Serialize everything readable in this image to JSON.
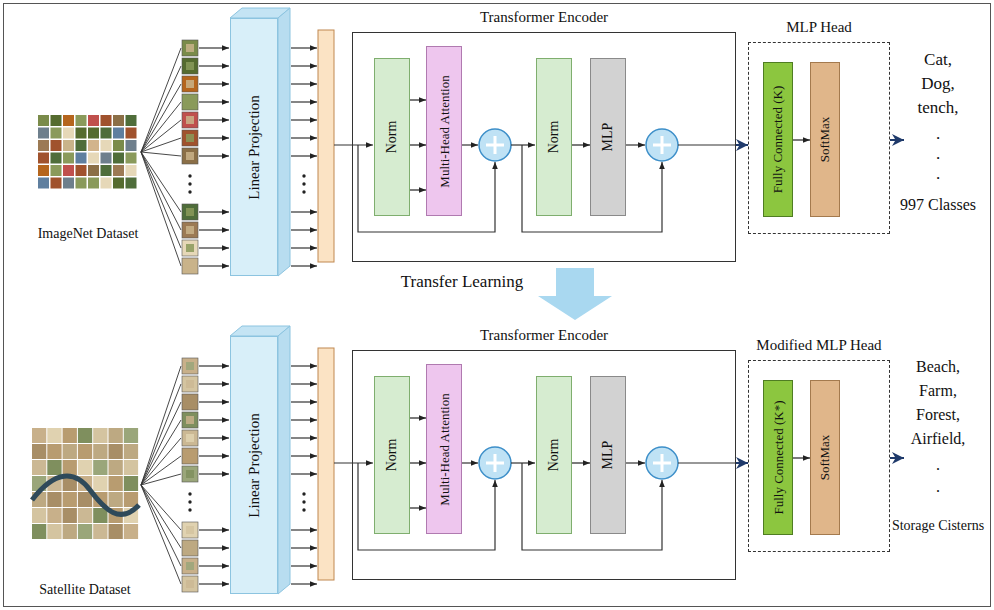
{
  "diagram": {
    "nodes": [
      {
        "text": [
          "Linear Projection"
        ]
      },
      {
        "text": [
          "Transformer Encoder"
        ]
      },
      {
        "text": [
          "Norm"
        ],
        "in": 1
      },
      {
        "text": [
          "Multi-Head Attention"
        ],
        "in": 1
      },
      {
        "text": [
          "Norm"
        ],
        "in": 1
      },
      {
        "text": [
          "MLP"
        ],
        "in": 1
      },
      {
        "text": [
          "MLP Head"
        ]
      },
      {
        "text": [
          "Fully Connected (K)"
        ],
        "in": 6
      },
      {
        "text": [
          "SoftMax"
        ],
        "in": 6
      },
      {
        "text": [
          "Linear Projection"
        ]
      },
      {
        "text": [
          "Transformer Encoder"
        ]
      },
      {
        "text": [
          "Norm"
        ],
        "in": 10
      },
      {
        "text": [
          "Multi-Head Attention"
        ],
        "in": 10
      },
      {
        "text": [
          "Norm"
        ],
        "in": 10
      },
      {
        "text": [
          "MLP"
        ],
        "in": 10
      },
      {
        "text": [
          "Modified MLP Head"
        ]
      },
      {
        "text": [
          "Fully Connected (K*)"
        ],
        "in": 15
      },
      {
        "text": [
          "SoftMax"
        ],
        "in": 15
      }
    ],
    "edges": [
      {
        "from": 2,
        "to": 3,
        "arrow": "to"
      },
      {
        "from": 2,
        "to": 3,
        "arrow": "to"
      },
      {
        "from": 2,
        "to": 3,
        "arrow": "to"
      },
      {
        "from": 4,
        "to": 5,
        "arrow": "to"
      },
      {
        "from": 7,
        "to": 8,
        "arrow": "to"
      },
      {
        "from": 1,
        "to": 6,
        "arrow": "to"
      },
      {
        "from": 11,
        "to": 12,
        "arrow": "to"
      },
      {
        "from": 11,
        "to": 12,
        "arrow": "to"
      },
      {
        "from": 11,
        "to": 12,
        "arrow": "to"
      },
      {
        "from": 13,
        "to": 14,
        "arrow": "to"
      },
      {
        "from": 16,
        "to": 17,
        "arrow": "to"
      },
      {
        "from": 10,
        "to": 15,
        "arrow": "to"
      }
    ],
    "labels": [
      "ImageNet Dataset",
      "Cat,",
      "Dog,",
      "tench,",
      ".",
      ".",
      ".",
      "997 Classes",
      "Transfer Learning",
      "Satellite Dataset",
      "Beach,",
      "Farm,",
      "Forest,",
      "Airfield,",
      ".",
      ".",
      "Storage Cisterns"
    ]
  }
}
